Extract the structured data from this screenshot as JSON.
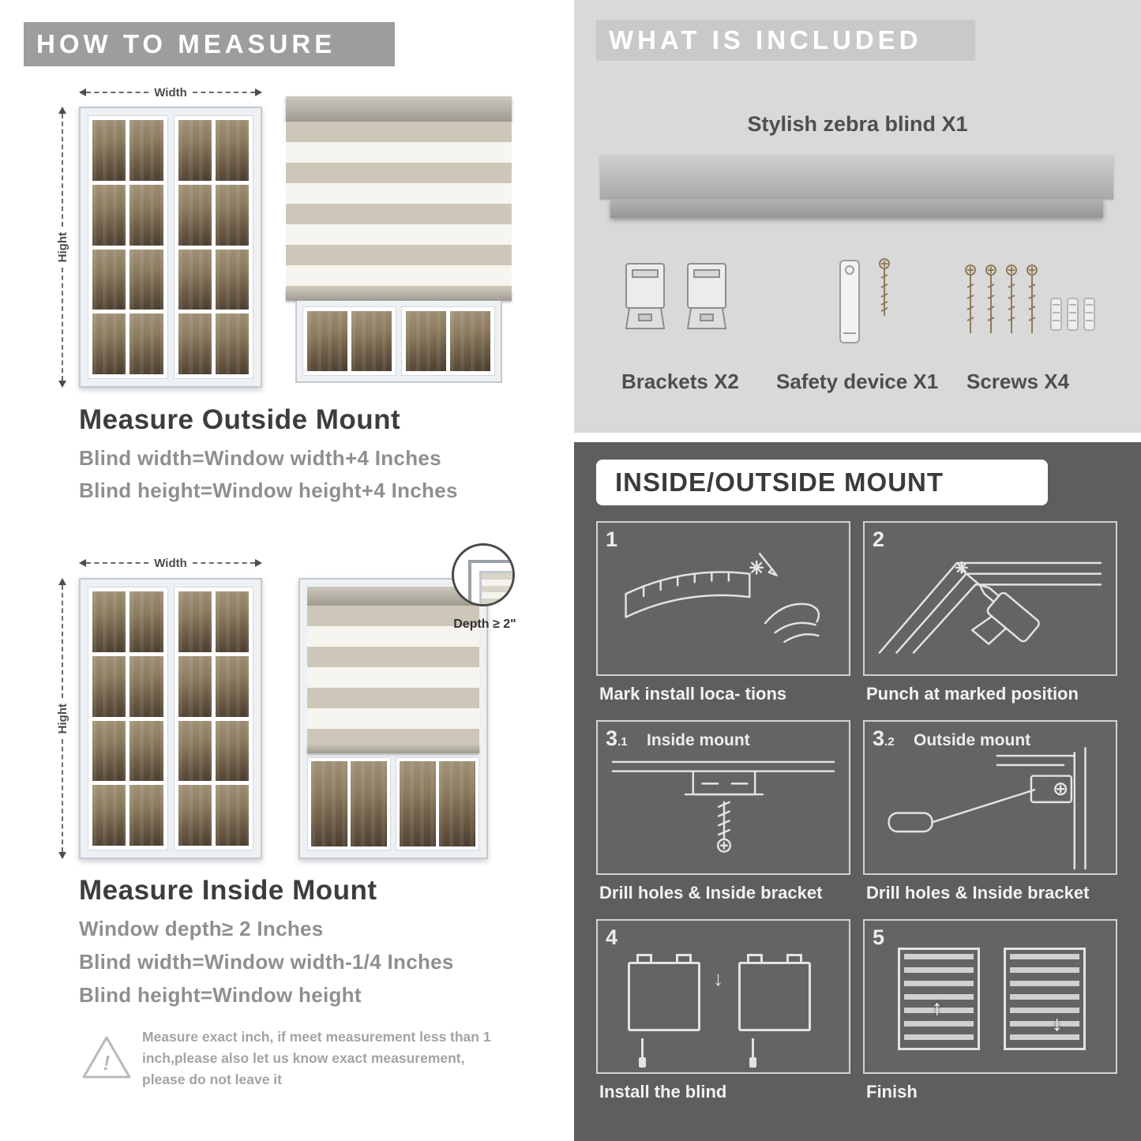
{
  "colors": {
    "banner_gray": "#9d9d9d",
    "included_panel_gray": "#d9d9d9",
    "mount_panel_gray": "#5e5e5e"
  },
  "icons": {
    "warning_glyph": "!",
    "up_arrow": "↑",
    "down_arrow": "↓"
  },
  "left": {
    "banner": "HOW TO MEASURE",
    "outside": {
      "width_label": "Width",
      "height_label": "Hight",
      "title": "Measure Outside Mount",
      "line1": "Blind width=Window width+4 Inches",
      "line2": "Blind height=Window height+4 Inches"
    },
    "inside": {
      "width_label": "Width",
      "height_label": "Hight",
      "depth_callout": "Depth ≥ 2\"",
      "title": "Measure Inside Mount",
      "line1": "Window depth≥ 2 Inches",
      "line2": "Blind width=Window width-1/4 Inches",
      "line3": "Blind height=Window height"
    },
    "warning": "Measure exact inch, if meet measurement less than 1 inch,please also let us know exact measurement, please do not leave it"
  },
  "right": {
    "included": {
      "banner": "WHAT IS INCLUDED",
      "blind_label": "Stylish zebra blind X1",
      "items": [
        {
          "label": "Brackets X2"
        },
        {
          "label": "Safety device X1"
        },
        {
          "label": "Screws X4"
        }
      ]
    },
    "mount": {
      "banner": "INSIDE/OUTSIDE MOUNT",
      "steps": [
        {
          "num": "1",
          "caption": "Mark install loca- tions"
        },
        {
          "num": "2",
          "caption": "Punch at marked position"
        },
        {
          "num": "3",
          "sub": ".1",
          "title": "Inside mount",
          "caption": "Drill holes & Inside bracket"
        },
        {
          "num": "3",
          "sub": ".2",
          "title": "Outside mount",
          "caption": "Drill holes & Inside bracket"
        },
        {
          "num": "4",
          "caption": "Install the blind"
        },
        {
          "num": "5",
          "caption": "Finish"
        }
      ]
    }
  }
}
